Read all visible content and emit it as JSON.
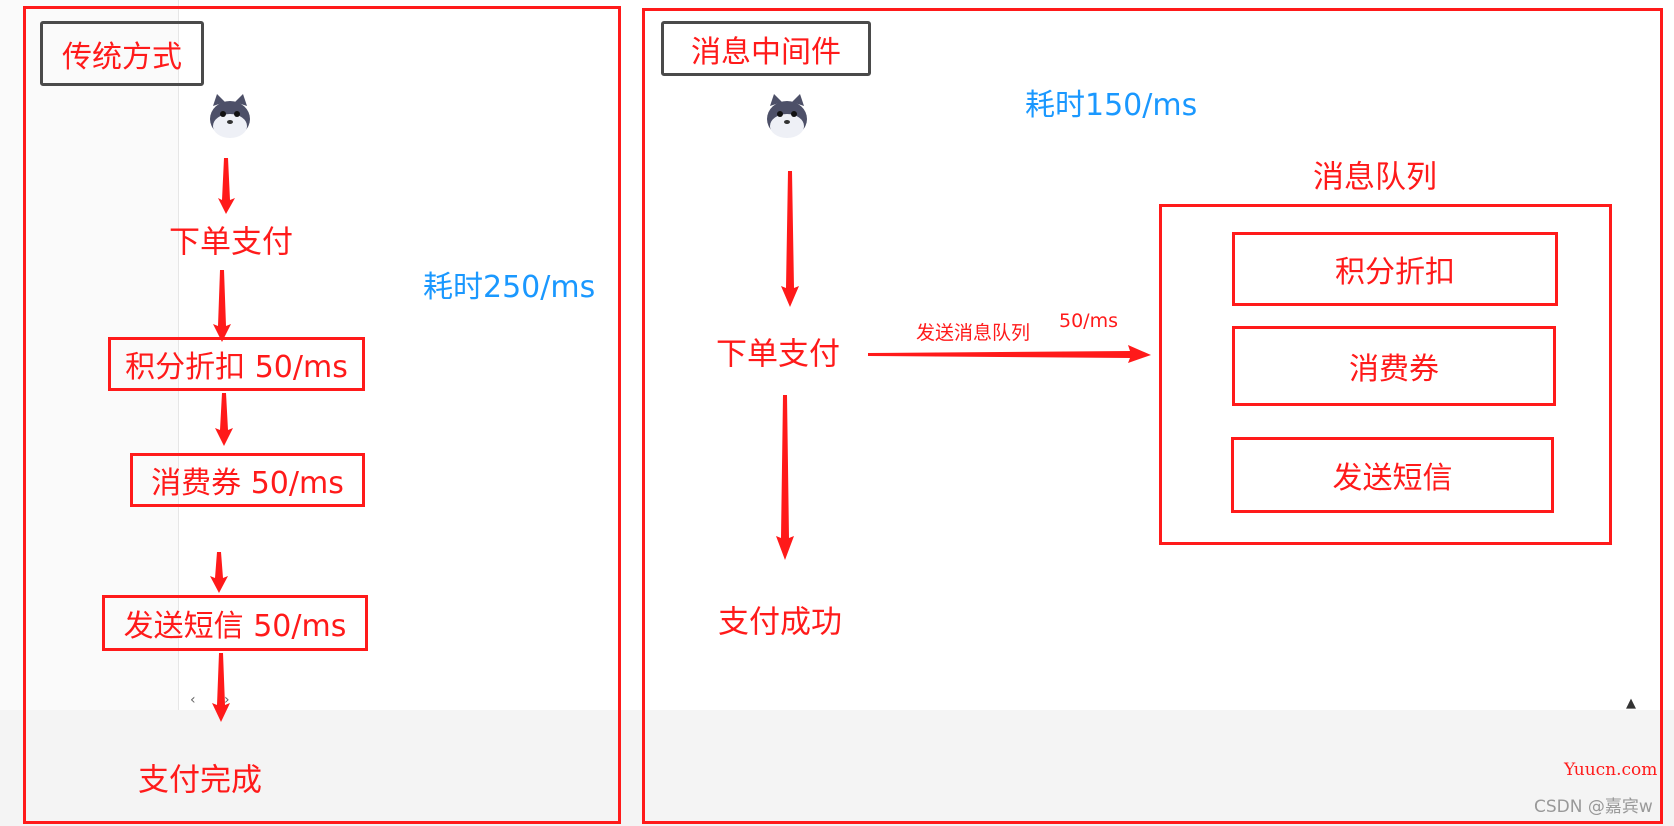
{
  "left": {
    "title": "传统方式",
    "step_order": "下单支付",
    "step_points": "积分折扣 50/ms",
    "step_coupon": "消费券 50/ms",
    "step_sms": "发送短信 50/ms",
    "step_done": "支付完成",
    "time_cost": "耗时250/ms",
    "nav_prev": "‹",
    "nav_next": "›"
  },
  "right": {
    "title": "消息中间件",
    "time_cost": "耗时150/ms",
    "step_order": "下单支付",
    "step_success": "支付成功",
    "send_label": "发送消息队列",
    "send_time": "50/ms",
    "queue_title": "消息队列",
    "queue_items": [
      "积分折扣",
      "消费券",
      "发送短信"
    ]
  },
  "watermark": {
    "site": "Yuucn.com",
    "author": "CSDN @嘉宾w"
  },
  "colors": {
    "red": "#ff1a1a",
    "blue": "#1a98ff",
    "frame_gray": "#4a4a4a"
  }
}
